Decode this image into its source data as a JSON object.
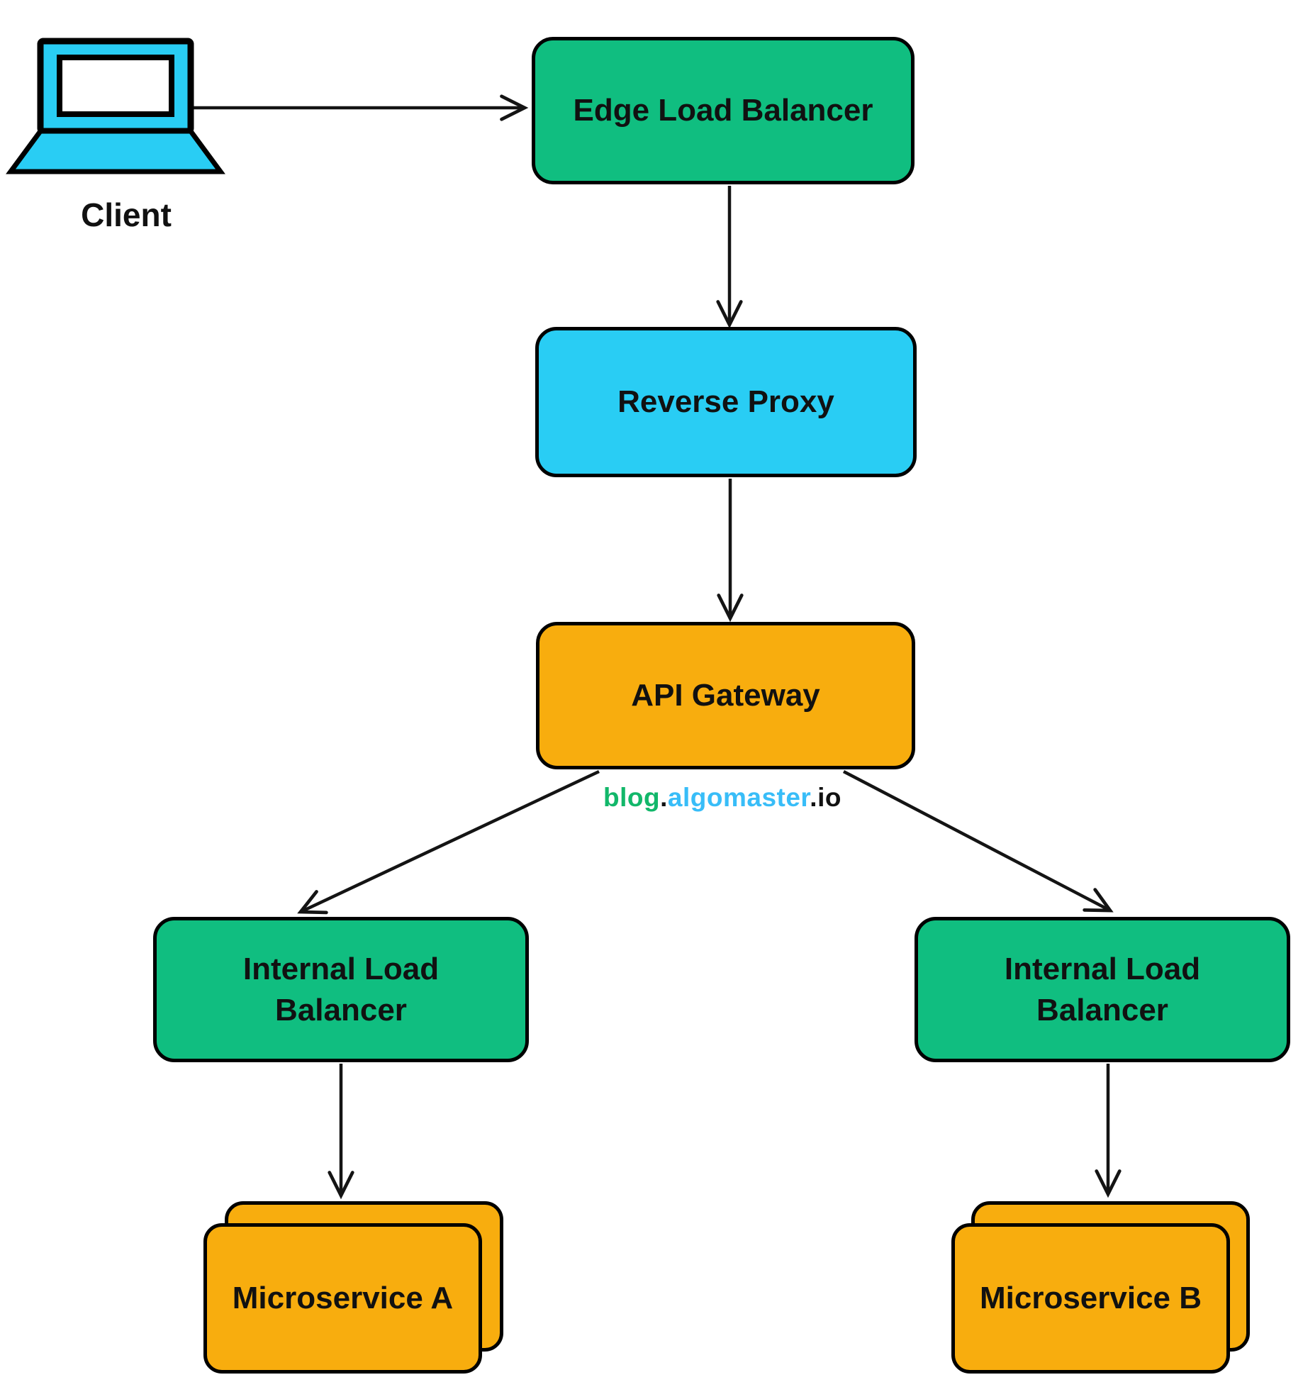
{
  "colors": {
    "node_green": "#10be80",
    "node_cyan": "#29cdf4",
    "node_orange": "#f8ad0e",
    "watermark_green": "#12b76a",
    "watermark_blue": "#38bdf8",
    "watermark_dark": "#111111"
  },
  "nodes": {
    "client": {
      "label": "Client"
    },
    "edge_load_balancer": {
      "label": "Edge Load Balancer"
    },
    "reverse_proxy": {
      "label": "Reverse Proxy"
    },
    "api_gateway": {
      "label": "API Gateway"
    },
    "internal_load_balancer_left": {
      "label": "Internal Load Balancer"
    },
    "internal_load_balancer_right": {
      "label": "Internal Load Balancer"
    },
    "microservice_a": {
      "label": "Microservice A"
    },
    "microservice_b": {
      "label": "Microservice B"
    }
  },
  "watermark": {
    "blog": "blog",
    "dot1": ".",
    "algomaster": "algomaster",
    "dot2": ".",
    "io": "io"
  },
  "edges": [
    {
      "from": "client",
      "to": "edge_load_balancer"
    },
    {
      "from": "edge_load_balancer",
      "to": "reverse_proxy"
    },
    {
      "from": "reverse_proxy",
      "to": "api_gateway"
    },
    {
      "from": "api_gateway",
      "to": "internal_load_balancer_left"
    },
    {
      "from": "api_gateway",
      "to": "internal_load_balancer_right"
    },
    {
      "from": "internal_load_balancer_left",
      "to": "microservice_a"
    },
    {
      "from": "internal_load_balancer_right",
      "to": "microservice_b"
    }
  ]
}
